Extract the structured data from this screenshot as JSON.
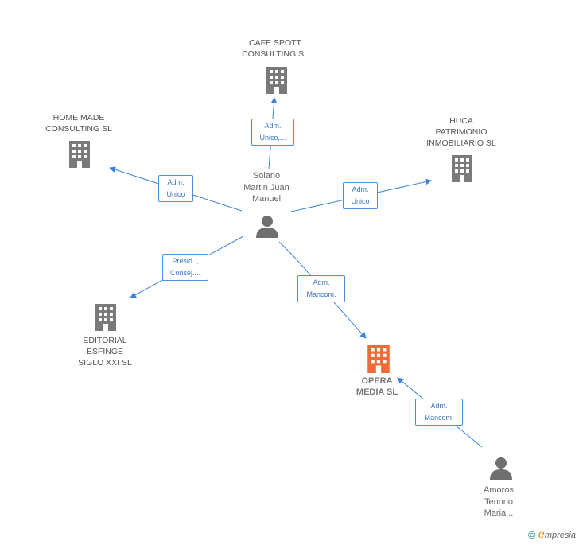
{
  "colors": {
    "edge": "#3d84d6",
    "company": "#7a7a7a",
    "focus_company": "#f06a38",
    "person": "#6f6f6f"
  },
  "nodes": {
    "cafe_spott": {
      "label": "CAFE SPOTT\nCONSULTING  SL",
      "icon": "building-icon"
    },
    "home_made": {
      "label": "HOME MADE\nCONSULTING SL",
      "icon": "building-icon"
    },
    "huca": {
      "label": "HUCA\nPATRIMONIO\nINMOBILIARIO SL",
      "icon": "building-icon"
    },
    "editorial": {
      "label": "EDITORIAL\nESFINGE\nSIGLO XXI SL",
      "icon": "building-icon"
    },
    "opera": {
      "label": "OPERA\nMEDIA SL",
      "icon": "building-icon"
    },
    "solano": {
      "label": "Solano\nMartin Juan\nManuel",
      "icon": "person-icon"
    },
    "amoros": {
      "label": "Amoros\nTenorio\nMaria...",
      "icon": "person-icon"
    }
  },
  "edges": {
    "to_cafe": {
      "label": "Adm.\nUnico,..."
    },
    "to_home": {
      "label": "Adm.\nUnico"
    },
    "to_huca": {
      "label": "Adm.\nUnico"
    },
    "to_editorial": {
      "label": "Presid. ,\nConsej...."
    },
    "to_opera": {
      "label": "Adm.\nMancom."
    },
    "amoros_to_opera": {
      "label": "Adm.\nMancom."
    }
  },
  "watermark": {
    "copyright": "©",
    "brand_initial": "e",
    "brand_rest": "mpresia"
  }
}
